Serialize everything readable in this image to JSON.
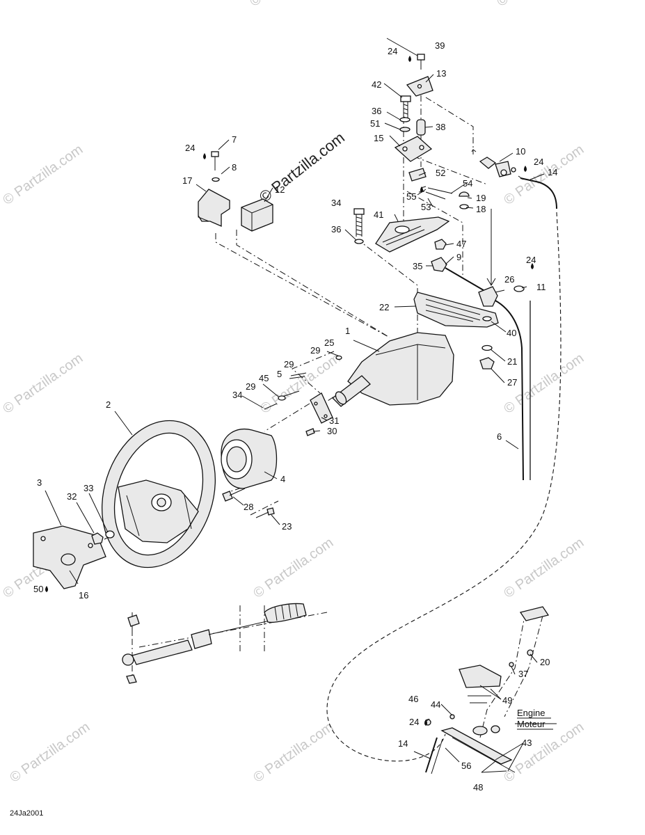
{
  "watermark": "© Partzilla.com",
  "diagram_code": "24Ja2001",
  "engine_label_en": "Engine",
  "engine_label_fr": "Moteur",
  "callouts": [
    "1",
    "2",
    "3",
    "4",
    "5",
    "6",
    "7",
    "8",
    "9",
    "10",
    "11",
    "12",
    "13",
    "14",
    "15",
    "16",
    "17",
    "18",
    "19",
    "20",
    "21",
    "22",
    "23",
    "24",
    "25",
    "26",
    "27",
    "28",
    "29",
    "30",
    "31",
    "32",
    "33",
    "34",
    "35",
    "36",
    "37",
    "38",
    "39",
    "40",
    "41",
    "42",
    "43",
    "44",
    "45",
    "46",
    "47",
    "48",
    "49",
    "50",
    "51",
    "52",
    "53",
    "54",
    "55",
    "56"
  ],
  "colors": {
    "ink": "#111111",
    "watermark": "#c8c8c8",
    "paper": "#ffffff"
  }
}
